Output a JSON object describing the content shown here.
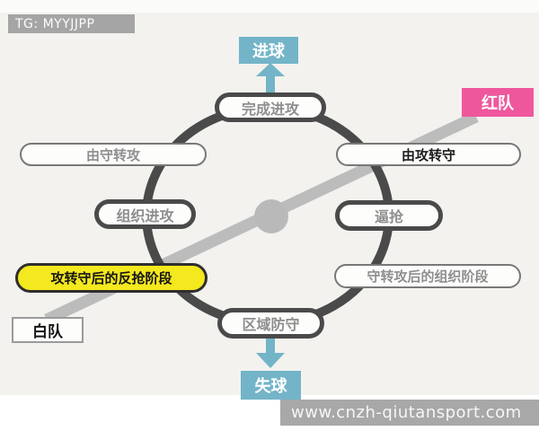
{
  "header": {
    "tg_badge": "TG: MYYJJPP"
  },
  "footer": {
    "watermark": "www.cnzh-qiutansport.com"
  },
  "diagram": {
    "outcomes": {
      "goal": "进球",
      "concede": "失球"
    },
    "teams": {
      "red": "红队",
      "white": "白队"
    },
    "cycle_nodes": {
      "complete_attack": "完成进攻",
      "organize_attack": "组织进攻",
      "pressing": "逼抢",
      "zonal_defense": "区域防守"
    },
    "transition_nodes": {
      "defense_to_attack": "由守转攻",
      "attack_to_defense": "由攻转守"
    },
    "phase_nodes": {
      "counterpress_after_attack_to_defense": "攻转守后的反抢阶段",
      "organization_after_defense_to_attack": "守转攻后的组织阶段"
    },
    "colors": {
      "background": "#f3f2ef",
      "accent_cyan": "#73b4c8",
      "accent_pink": "#ef579c",
      "highlight_yellow": "#f4e81e",
      "ring_gray": "#4a4a4a",
      "line_gray": "#bcbcbc",
      "badge_gray": "#a5a5a5"
    }
  }
}
